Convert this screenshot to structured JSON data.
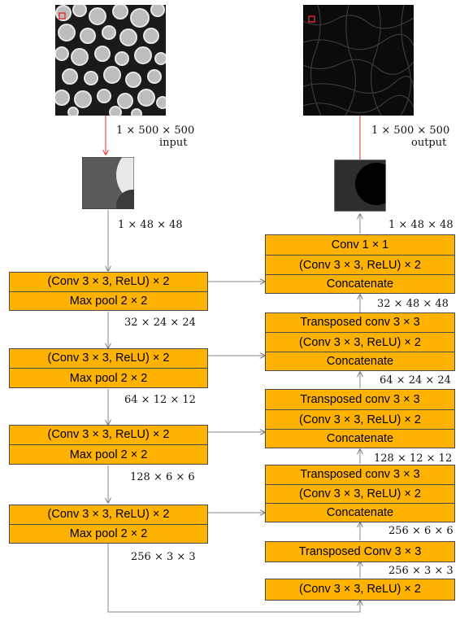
{
  "images": {
    "input": "input micrograph",
    "output": "output prediction map",
    "input_patch": "input patch",
    "output_patch": "output patch"
  },
  "dims": {
    "input_size": "1 × 500 × 500",
    "input_word": "input",
    "output_size": "1 × 500 × 500",
    "output_word": "output",
    "patch_in": "1 × 48 × 48",
    "patch_out": "1 × 48 × 48",
    "enc1": "32 × 24 × 24",
    "enc2": "64 × 12 × 12",
    "enc3": "128 × 6 × 6",
    "enc4": "256 × 3 × 3",
    "dec4": "256 × 3 × 3",
    "dec3": "256 × 6 × 6",
    "dec2": "128 × 12 × 12",
    "dec1": "64 × 24 × 24",
    "dec0": "32 × 48 × 48"
  },
  "encoder": [
    {
      "conv": "(Conv 3 × 3, ReLU) × 2",
      "pool": "Max pool 2 × 2"
    },
    {
      "conv": "(Conv 3 × 3, ReLU) × 2",
      "pool": "Max pool 2 × 2"
    },
    {
      "conv": "(Conv 3 × 3, ReLU) × 2",
      "pool": "Max pool 2 × 2"
    },
    {
      "conv": "(Conv 3 × 3, ReLU) × 2",
      "pool": "Max pool 2 × 2"
    }
  ],
  "decoder": {
    "final": {
      "a": "Conv 1 × 1",
      "b": "(Conv 3 × 3, ReLU) × 2",
      "c": "Concatenate"
    },
    "up1": {
      "a": "Transposed conv 3 × 3",
      "b": "(Conv 3 × 3, ReLU) × 2",
      "c": "Concatenate"
    },
    "up2": {
      "a": "Transposed conv 3 × 3",
      "b": "(Conv 3 × 3, ReLU) × 2",
      "c": "Concatenate"
    },
    "up3": {
      "a": "Transposed conv 3 × 3",
      "b": "(Conv 3 × 3, ReLU) × 2",
      "c": "Concatenate"
    },
    "up4": {
      "a": "Transposed Conv 3 × 3"
    },
    "bottleneck": {
      "a": "(Conv 3 × 3, ReLU) × 2"
    }
  },
  "colors": {
    "block_fill": "#FFB300",
    "arrow": "#888888",
    "red_path": "#e03030"
  }
}
